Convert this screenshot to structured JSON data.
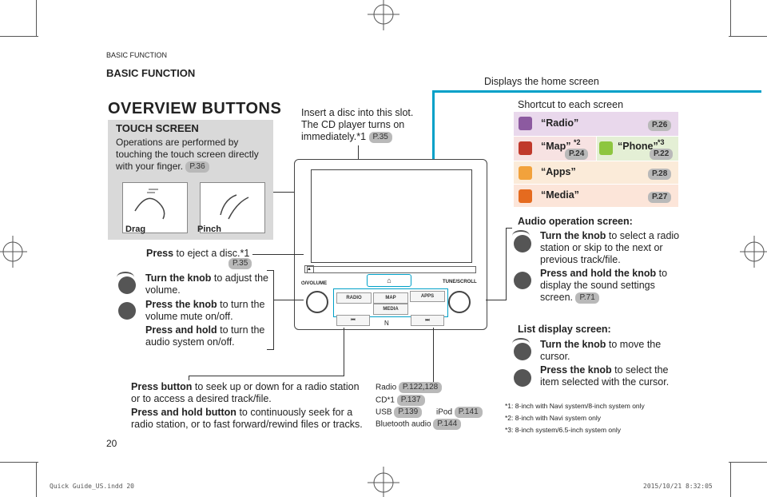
{
  "header": {
    "section": "BASIC FUNCTION",
    "title": "BASIC FUNCTION"
  },
  "overview_title": "OVERVIEW BUTTONS",
  "touch": {
    "title": "TOUCH SCREEN",
    "desc": "Operations are performed by touching the touch screen directly with your finger.",
    "ref": "P.36",
    "drag": "Drag",
    "pinch": "Pinch"
  },
  "insert": {
    "text": "Insert a disc into this slot. The CD player turns on immediately.*1",
    "ref": "P.35"
  },
  "home": {
    "text": "Displays the home screen"
  },
  "shortcut": {
    "title": "Shortcut to each screen",
    "radio": {
      "label": "“Radio”",
      "ref": "P.26"
    },
    "map": {
      "label": "“Map”",
      "sup": "*2",
      "ref": "P.24"
    },
    "phone": {
      "label": "“Phone”",
      "sup": "*3",
      "ref": "P.22"
    },
    "apps": {
      "label": "“Apps”",
      "ref": "P.28"
    },
    "media": {
      "label": "“Media”",
      "ref": "P.27"
    }
  },
  "eject": {
    "bold": "Press",
    "text": "to eject a disc.*1",
    "ref": "P.35"
  },
  "volume": {
    "turn_bold": "Turn the knob",
    "turn_text": "to adjust the volume.",
    "press_bold": "Press the knob",
    "press_text": "to turn the volume mute on/off.",
    "hold_bold": "Press and hold",
    "hold_text": "to turn the audio system on/off."
  },
  "audio": {
    "title": "Audio operation screen:",
    "turn_bold": "Turn the knob",
    "turn_text": "to select a radio station or skip to the next or previous track/file.",
    "hold_bold": "Press and hold the knob",
    "hold_text": "to display the sound settings screen.",
    "ref": "P.71"
  },
  "list": {
    "title": "List display screen:",
    "turn_bold": "Turn the knob",
    "turn_text": "to move the cursor.",
    "press_bold": "Press the knob",
    "press_text": "to select the item selected with the cursor."
  },
  "seek": {
    "press_bold": "Press button",
    "press_text": "to seek up or down for a radio station or to access a desired track/file.",
    "hold_bold": "Press and hold button",
    "hold_text": "to continuously seek for a radio station, or to fast forward/rewind files or tracks."
  },
  "sources": {
    "radio": {
      "label": "Radio",
      "ref": "P.122,128"
    },
    "cd": {
      "label": "CD*1",
      "ref": "P.137"
    },
    "usb": {
      "label": "USB",
      "ref": "P.139"
    },
    "ipod": {
      "label": "iPod",
      "ref": "P.141"
    },
    "bt": {
      "label": "Bluetooth audio",
      "ref": "P.144"
    }
  },
  "footnotes": [
    "*1: 8-inch with Navi system/8-inch system only",
    "*2: 8-inch with Navi system only",
    "*3: 8-inch system/6.5-inch system only"
  ],
  "device": {
    "volume_label": "⏻/VOLUME",
    "tune_label": "TUNE/SCROLL",
    "radio_btn": "RADIO",
    "map_btn": "MAP",
    "apps_btn": "APPS",
    "media_btn": "MEDIA"
  },
  "page_number": "20",
  "print_footer": {
    "file": "Quick Guide_US.indd   20",
    "date": "2015/10/21   8:32:05"
  },
  "colors": {
    "accent": "#00a0c8",
    "gray_panel": "#d9d9d9",
    "radio_row": "#e9d8ec",
    "map_row": "#f7e2e2",
    "phone_row": "#e4efd5",
    "apps_row": "#fbebd9",
    "media_row": "#fce5d9"
  }
}
